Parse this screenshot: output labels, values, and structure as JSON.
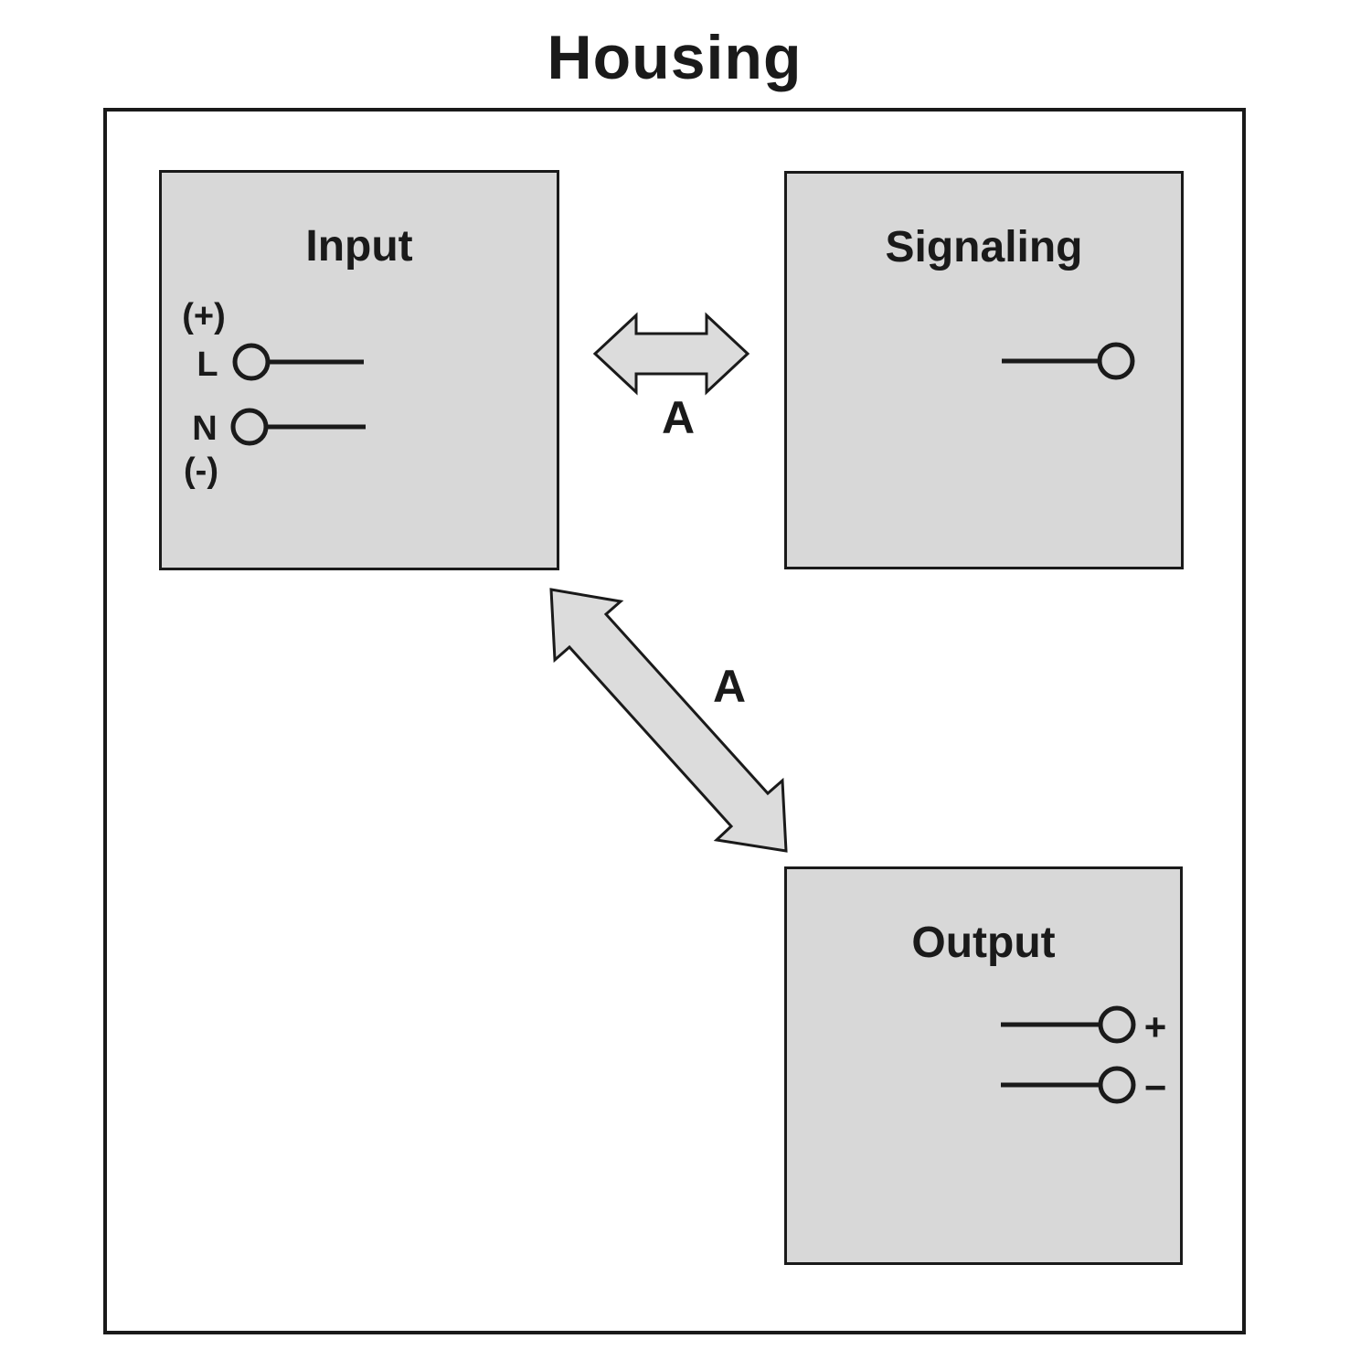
{
  "housing": {
    "title": "Housing"
  },
  "boxes": {
    "input": {
      "title": "Input",
      "plus_annotation": "(+)",
      "line_label": "L",
      "neutral_label": "N",
      "minus_annotation": "(-)"
    },
    "signaling": {
      "title": "Signaling"
    },
    "output": {
      "title": "Output",
      "plus_label": "+",
      "minus_label": "−"
    }
  },
  "connections": {
    "input_signaling": {
      "label": "A"
    },
    "input_output": {
      "label": "A"
    }
  },
  "colors": {
    "module_fill": "#d8d8d8",
    "arrow_fill": "#dcdcdc",
    "outline": "#1a1a1a",
    "background": "#ffffff"
  }
}
